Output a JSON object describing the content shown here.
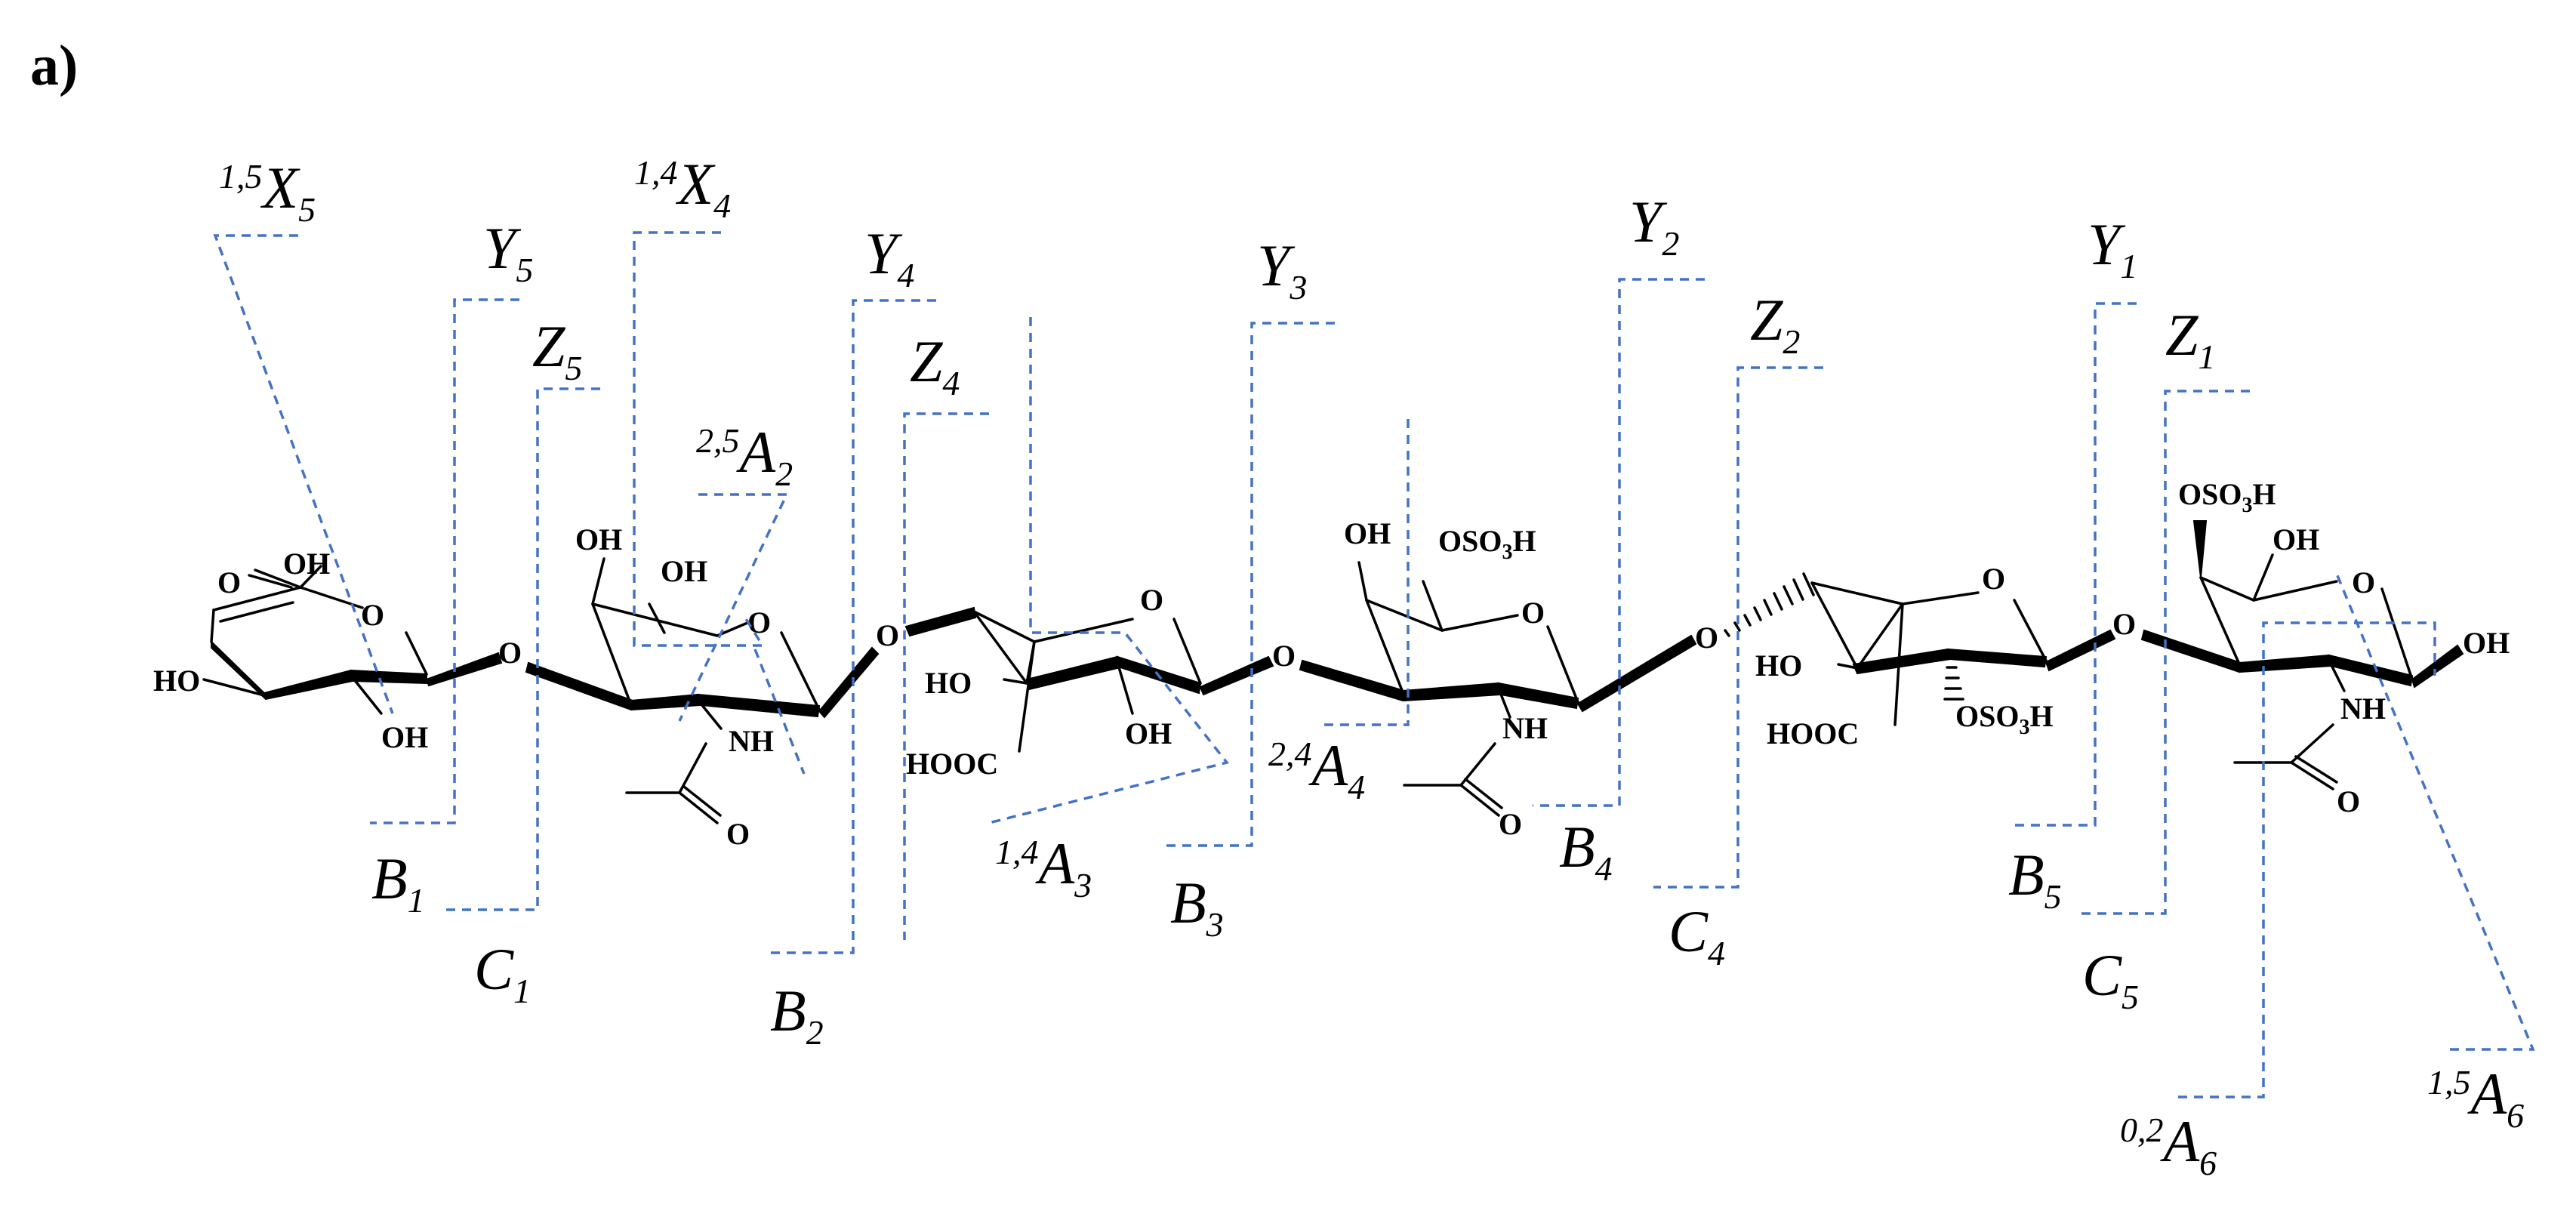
{
  "panel_label": "a)",
  "atoms": {
    "OH": "OH",
    "HO": "HO",
    "O": "O",
    "NH": "NH",
    "HOOC": "HOOC",
    "OSO": "OSO",
    "three": "3",
    "H": "H"
  },
  "fragments": {
    "X5": {
      "sup": "1,5",
      "main": "X",
      "sub": "5"
    },
    "X4": {
      "sup": "1,4",
      "main": "X",
      "sub": "4"
    },
    "Y5": {
      "main": "Y",
      "sub": "5"
    },
    "Z5": {
      "main": "Z",
      "sub": "5"
    },
    "A2": {
      "sup": "2,5",
      "main": "A",
      "sub": "2"
    },
    "Y4": {
      "main": "Y",
      "sub": "4"
    },
    "Z4": {
      "main": "Z",
      "sub": "4"
    },
    "Y3": {
      "main": "Y",
      "sub": "3"
    },
    "Y2": {
      "main": "Y",
      "sub": "2"
    },
    "Z2": {
      "main": "Z",
      "sub": "2"
    },
    "Y1": {
      "main": "Y",
      "sub": "1"
    },
    "Z1": {
      "main": "Z",
      "sub": "1"
    },
    "B1": {
      "main": "B",
      "sub": "1"
    },
    "C1": {
      "main": "C",
      "sub": "1"
    },
    "B2": {
      "main": "B",
      "sub": "2"
    },
    "A3": {
      "sup": "1,4",
      "main": "A",
      "sub": "3"
    },
    "B3": {
      "main": "B",
      "sub": "3"
    },
    "A4": {
      "sup": "2,4",
      "main": "A",
      "sub": "4"
    },
    "B4": {
      "main": "B",
      "sub": "4"
    },
    "C4": {
      "main": "C",
      "sub": "4"
    },
    "B5": {
      "main": "B",
      "sub": "5"
    },
    "C5": {
      "main": "C",
      "sub": "5"
    },
    "A6a": {
      "sup": "0,2",
      "main": "A",
      "sub": "6"
    },
    "A6b": {
      "sup": "1,5",
      "main": "A",
      "sub": "6"
    }
  },
  "colors": {
    "cleavage_lines": "#4472c4",
    "structure": "#000000"
  }
}
